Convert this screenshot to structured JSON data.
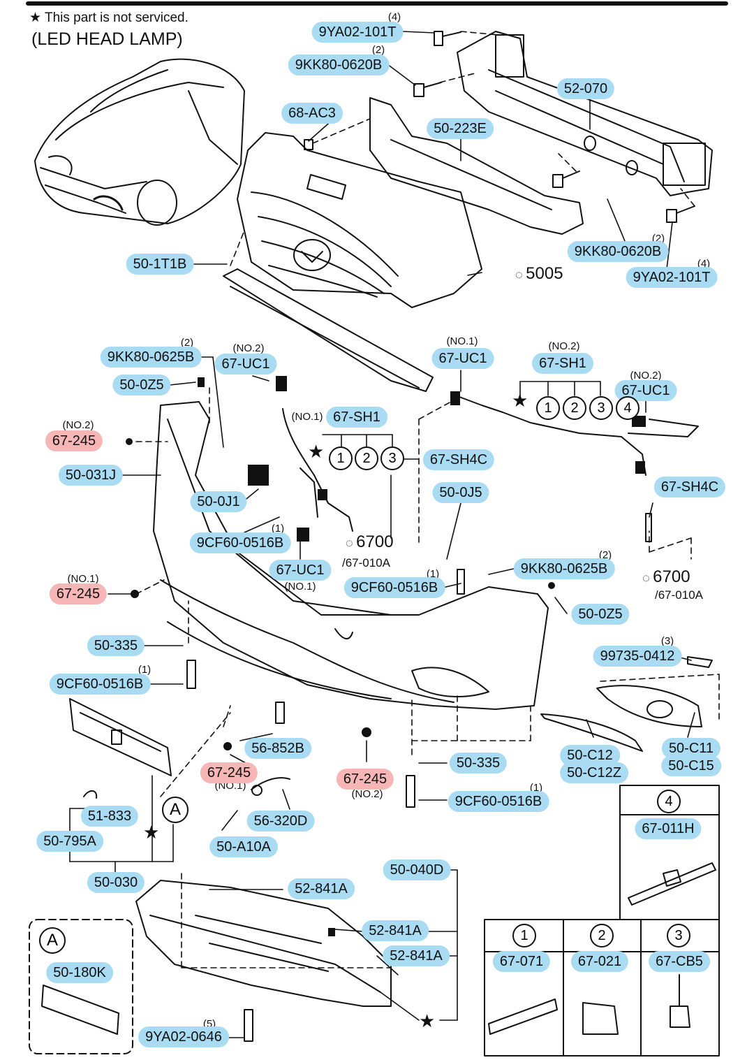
{
  "header": {
    "star_note": "This part is not serviced.",
    "title": "(LED HEAD LAMP)"
  },
  "parts": {
    "p01": "9YA02-101T",
    "p02": "9KK80-0620B",
    "p03": "68-AC3",
    "p04": "52-070",
    "p05": "50-223E",
    "p06": "9KK80-0620B",
    "p07": "9YA02-101T",
    "p08": "50-1T1B",
    "p09": "9KK80-0625B",
    "p10": "67-UC1",
    "p11": "50-0Z5",
    "p12": "67-245",
    "p13": "50-031J",
    "p14": "67-SH1",
    "p15": "67-SH4C",
    "p16": "67-UC1",
    "p17": "67-SH1",
    "p18": "67-UC1",
    "p19": "50-0J1",
    "p20": "50-0J5",
    "p21": "67-SH4C",
    "p22": "9CF60-0516B",
    "p23": "67-UC1",
    "p24": "9KK80-0625B",
    "p25": "67-245",
    "p26": "9CF60-0516B",
    "p27": "50-0Z5",
    "p28": "50-335",
    "p29": "99735-0412",
    "p30": "9CF60-0516B",
    "p31": "56-852B",
    "p32": "50-C12",
    "p33": "50-C12Z",
    "p34": "50-C11",
    "p35": "50-C15",
    "p36": "67-245",
    "p37": "67-245",
    "p38": "50-335",
    "p39": "51-833",
    "p40": "56-320D",
    "p41": "9CF60-0516B",
    "p42": "50-795A",
    "p43": "50-A10A",
    "p44": "50-030",
    "p45": "50-040D",
    "p46": "52-841A",
    "p47": "52-841A",
    "p48": "52-841A",
    "p49": "50-180K",
    "p50": "9YA02-0646",
    "p51": "67-011H",
    "p52": "67-071",
    "p53": "67-021",
    "p54": "67-CB5"
  },
  "qty": {
    "q01": "(4)",
    "q02": "(2)",
    "q06": "(2)",
    "q07": "(4)",
    "q09": "(2)",
    "q10": "(NO.2)",
    "q12": "(NO.2)",
    "q14": "(NO.1)",
    "q16": "(NO.1)",
    "q17": "(NO.2)",
    "q18": "(NO.2)",
    "q22": "(1)",
    "q23": "(NO.1)",
    "q24": "(2)",
    "q25": "(NO.1)",
    "q26": "(1)",
    "q29": "(3)",
    "q30": "(1)",
    "q36": "(NO.1)",
    "q37": "(NO.2)",
    "q41": "(1)",
    "q50": "(5)"
  },
  "refs": {
    "r5005": "5005",
    "r6700a": "6700",
    "r6700a_sub": "/67-010A",
    "r6700b": "6700",
    "r6700b_sub": "/67-010A"
  },
  "circles": {
    "c1": "1",
    "c2": "2",
    "c3": "3",
    "c4": "4",
    "c5": "1",
    "c6": "2",
    "c7": "3",
    "box4": "4",
    "box1": "1",
    "box2": "2",
    "box3": "3",
    "boxA": "A",
    "detailA": "A"
  },
  "colors": {
    "label_blue": "#a9dcf3",
    "label_red": "#f6b6b6",
    "line": "#111111"
  }
}
